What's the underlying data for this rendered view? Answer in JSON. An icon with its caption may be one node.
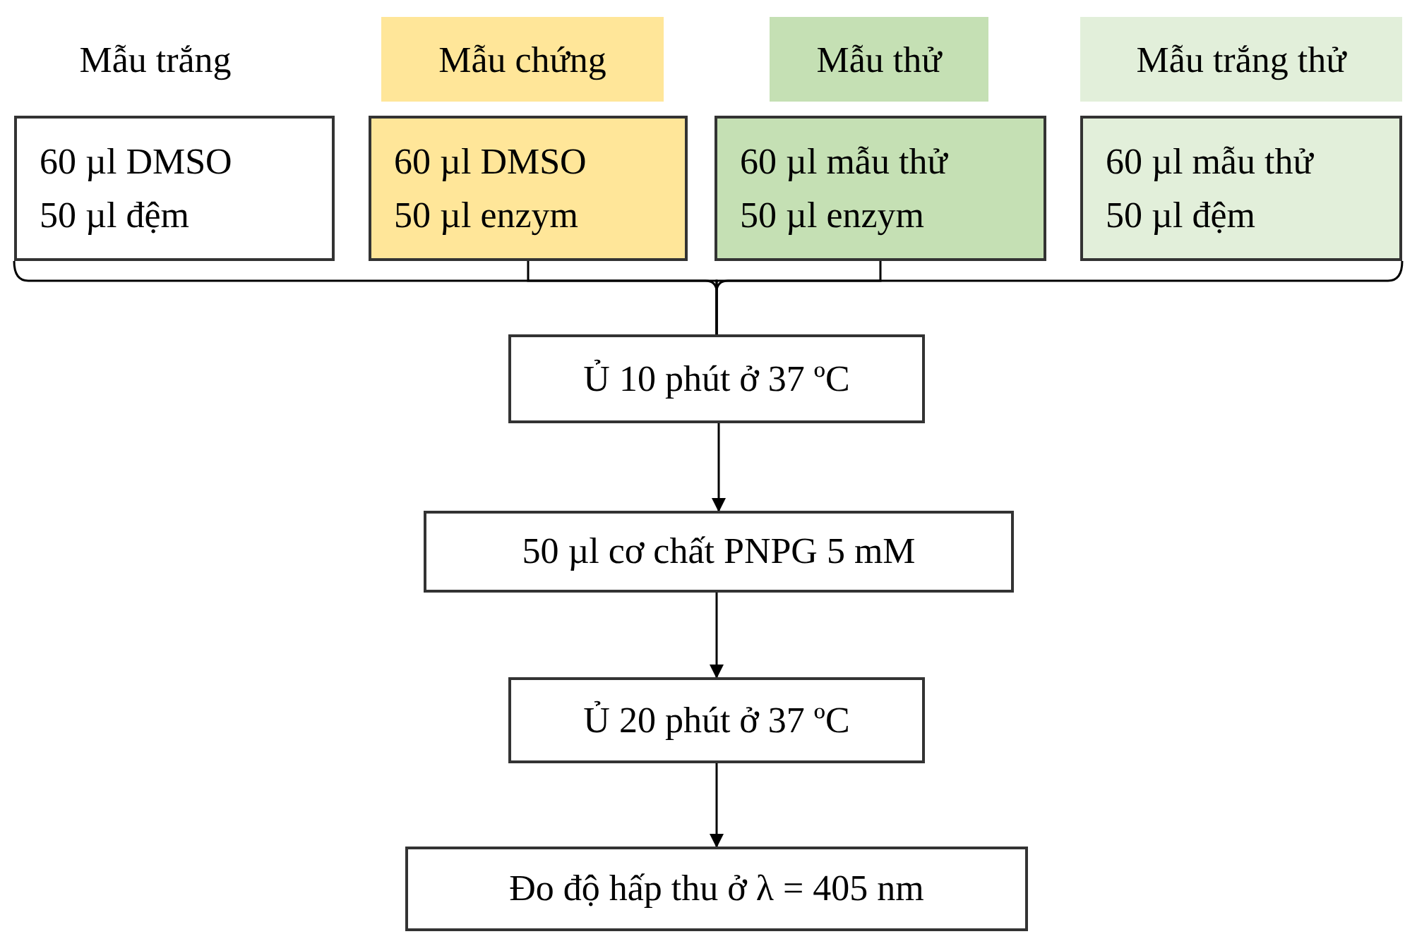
{
  "diagram": {
    "nodes": [
      {
        "text": [
          "Mẫu trắng",
          "60 µl DMSO",
          "50 µl đệm"
        ]
      },
      {
        "text": [
          "Mẫu chứng",
          "60 µl DMSO",
          "50 µl enzym"
        ]
      },
      {
        "text": [
          "Mẫu thử",
          "60 µl mẫu thử",
          "50 µl enzym"
        ]
      },
      {
        "text": [
          "Mẫu trắng thử",
          "60 µl mẫu thử",
          "50 µl đệm"
        ]
      },
      {
        "text": [
          "Ủ 10 phút ở 37 ºC"
        ]
      },
      {
        "text": [
          "50 µl cơ chất PNPG 5 mM"
        ]
      },
      {
        "text": [
          "Ủ 20 phút ở 37 ºC"
        ]
      },
      {
        "text": [
          "Đo độ hấp thu ở λ = 405 nm"
        ]
      }
    ],
    "edges": [
      {
        "from": 0,
        "to": 4,
        "arrow": "none"
      },
      {
        "from": 1,
        "to": 4,
        "arrow": "none"
      },
      {
        "from": 2,
        "to": 4,
        "arrow": "none"
      },
      {
        "from": 3,
        "to": 4,
        "arrow": "none"
      },
      {
        "from": 4,
        "to": 5,
        "arrow": "to"
      },
      {
        "from": 5,
        "to": 6,
        "arrow": "to"
      },
      {
        "from": 6,
        "to": 7,
        "arrow": "to"
      }
    ]
  }
}
